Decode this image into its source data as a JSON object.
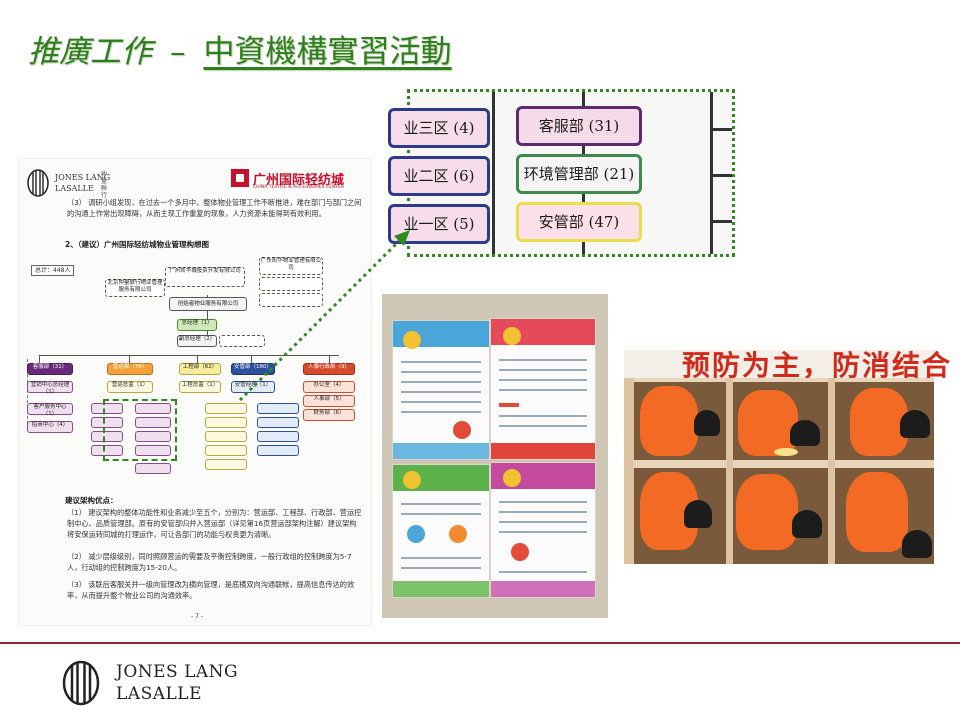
{
  "title": {
    "part1": "推廣工作",
    "separator": "–",
    "part2": "中資機構實習活動"
  },
  "logo": {
    "line1": "JONES LANG",
    "line2": "LASALLE"
  },
  "colors": {
    "title_green": "#2e7d1e",
    "rule_red": "#8c2630",
    "highlight_dotted": "#2f8a1e"
  },
  "document": {
    "header_logo": {
      "line1": "JONES LANG",
      "line2": "LASALLE",
      "cn": "仲量聯行"
    },
    "partner": {
      "name": "广州国际轻纺城",
      "sub": "CHINA TEXTILE & ACCESSORIES CENTER"
    },
    "para3": "（3）  调研小组发现，在过去一个多月中，整体物业管理工作不断推进，难在部门与部门之间的沟通上作常出现障碍，从而主现工作重复的现象，人力资源未能得到有效利用。",
    "section2": "2、（建议）广州国际轻纺城物业管理构想图",
    "total": "总计：448人",
    "boxes": {
      "top1": "广州凯华城投资开发有限公司",
      "top2": "广东凯华物业管理有限公司",
      "left_top": "北京仲量联行物业管理服务有限公司",
      "main": "创始者物业服务有限公司",
      "gm": "总经理（1）",
      "dgm": "副总经理（2）",
      "d1": "客服部（31）",
      "d2": "营运部（79）",
      "d3": "工程部（62）",
      "d4": "安管部（180）",
      "d5": "人事行政部（9）",
      "sub_left1": "营销中心总经理（1）",
      "sub_left2": "客户服务中心（1）",
      "sub_left3": "招商中心（4）",
      "sub2a": "营运总监（1）",
      "sub3a": "工程总监（1）",
      "sub4a": "安管经理（1）",
      "sub5a": "办公室（4）",
      "sub5b": "人事部（5）",
      "sub5c": "财务部（6）"
    },
    "adv_title": "建议架构优点：",
    "adv1": "（1）  建议架构的整体功能性和业务减少至五个，分别为：营运部、工程部、行政部、营运控制中心、品质管理部。原有的安管部归并入营运部（详见第16页营运部架构注解）建议架构将安保运转同城的打理运作，可让各部门的功能与权责更为清晰。",
    "adv2": "（2）  减少层级级别，同时照顾营运的需要及平衡控制跨度，一般行政组的控制跨度为5-7人，行动组的控制跨度为15-20人。",
    "adv3": "（3）  该联后客服关并一级向管理改为横向管理，是底横双向沟通联帐，提高信息传达的效率，从而提升整个物业公司的沟通效率。",
    "page_no": "- 7 -"
  },
  "zoom_inset": {
    "left_col": [
      "业三区 (4)",
      "业二区 (6)",
      "业一区 (5)"
    ],
    "right_col": [
      "客服部 (31)",
      "环境管理部 (21)",
      "安管部 (47)"
    ]
  },
  "photo_lockers": {
    "banner_text": "预防为主，防消结合"
  }
}
